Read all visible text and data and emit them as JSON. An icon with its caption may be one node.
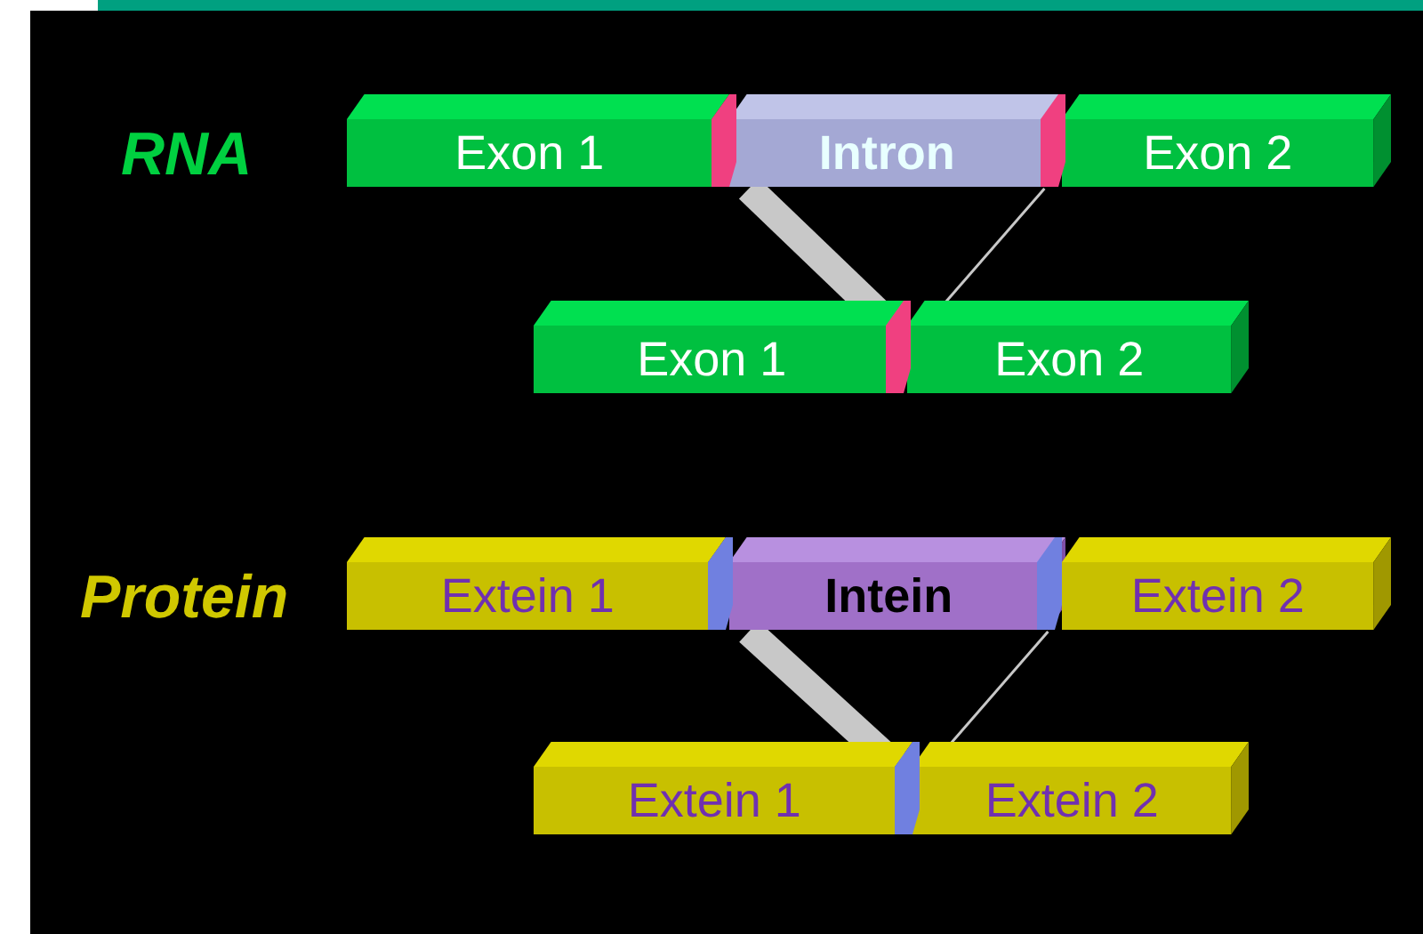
{
  "diagram": {
    "nodes": [
      {
        "text": [
          "Exon 1"
        ]
      },
      {
        "text": [
          "Intron"
        ]
      },
      {
        "text": [
          "Exon 2"
        ]
      },
      {
        "text": [
          "Exon 1"
        ]
      },
      {
        "text": [
          "Exon 2"
        ]
      },
      {
        "text": [
          "Extein 1"
        ]
      },
      {
        "text": [
          "Intein"
        ]
      },
      {
        "text": [
          "Extein 2"
        ]
      },
      {
        "text": [
          "Extein 1"
        ]
      },
      {
        "text": [
          "Extein 2"
        ]
      }
    ],
    "edges": [
      {
        "from": 1,
        "to": 3,
        "arrow": "none",
        "style": "thick"
      },
      {
        "from": 1,
        "to": 4,
        "arrow": "none"
      },
      {
        "from": 6,
        "to": 8,
        "arrow": "none",
        "style": "thick"
      },
      {
        "from": 6,
        "to": 9,
        "arrow": "none"
      }
    ],
    "labels": [
      "RNA",
      "Protein"
    ]
  }
}
